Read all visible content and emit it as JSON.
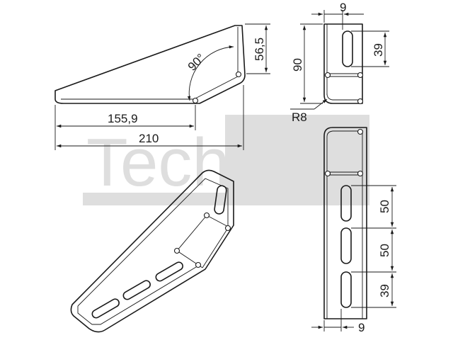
{
  "watermark": {
    "text": "TechXXL"
  },
  "dimensions": {
    "side_view": {
      "height_tip": "56,5",
      "angle": "90°",
      "length_inner": "155,9",
      "length_total": "210"
    },
    "front_view_top": {
      "width": "9",
      "height": "90",
      "slot_length": "39",
      "radius": "R8"
    },
    "front_view_bottom": {
      "slot_pitch_1": "50",
      "slot_pitch_2": "50",
      "slot_length": "39",
      "width": "9"
    }
  },
  "colors": {
    "line": "#1a1a1a",
    "watermark": "#dedede"
  }
}
